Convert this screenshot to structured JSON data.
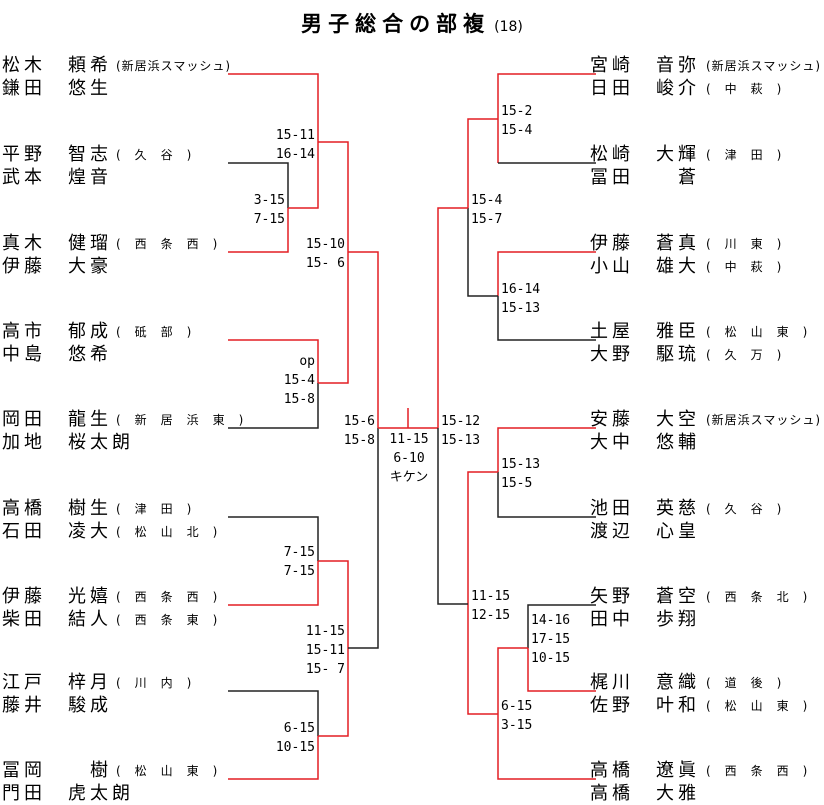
{
  "title": "男子総合の部複",
  "title_num": "(18)",
  "left": [
    {
      "p1": "松木　頼希",
      "p2": "鎌田　悠生",
      "c1": "(新居浜スマッシュ)",
      "c2": ""
    },
    {
      "p1": "平野　智志",
      "p2": "武本　煌音",
      "c1": "(　久　谷　)",
      "c2": ""
    },
    {
      "p1": "真木　健瑠",
      "p2": "伊藤　大豪",
      "c1": "(　西　条　西　)",
      "c2": ""
    },
    {
      "p1": "高市　郁成",
      "p2": "中島　悠希",
      "c1": "(　砥　部　)",
      "c2": ""
    },
    {
      "p1": "岡田　龍生",
      "p2": "加地　桜太朗",
      "c1": "(　新　居　浜　東　)",
      "c2": ""
    },
    {
      "p1": "高橋　樹生",
      "p2": "石田　凌大",
      "c1": "(　津　田　)",
      "c2": "(　松　山　北　)"
    },
    {
      "p1": "伊藤　光嬉",
      "p2": "柴田　結人",
      "c1": "(　西　条　西　)",
      "c2": "(　西　条　東　)"
    },
    {
      "p1": "江戸　梓月",
      "p2": "藤井　駿成",
      "c1": "(　川　内　)",
      "c2": ""
    },
    {
      "p1": "冨岡　　樹",
      "p2": "門田　虎太朗",
      "c1": "(　松　山　東　)",
      "c2": ""
    }
  ],
  "right": [
    {
      "p1": "宮崎　音弥",
      "p2": "日田　峻介",
      "c1": "(新居浜スマッシュ)",
      "c2": "(　中　萩　)"
    },
    {
      "p1": "松崎　大輝",
      "p2": "冨田　　蒼",
      "c1": "(　津　田　)",
      "c2": ""
    },
    {
      "p1": "伊藤　蒼真",
      "p2": "小山　雄大",
      "c1": "(　川　東　)",
      "c2": "(　中　萩　)"
    },
    {
      "p1": "土屋　雅臣",
      "p2": "大野　駆琉",
      "c1": "(　松　山　東　)",
      "c2": "(　久　万　)"
    },
    {
      "p1": "安藤　大空",
      "p2": "大中　悠輔",
      "c1": "(新居浜スマッシュ)",
      "c2": ""
    },
    {
      "p1": "池田　英慈",
      "p2": "渡辺　心皇",
      "c1": "(　久　谷　)",
      "c2": ""
    },
    {
      "p1": "矢野　蒼空",
      "p2": "田中　歩翔",
      "c1": "(　西　条　北　)",
      "c2": ""
    },
    {
      "p1": "梶川　意織",
      "p2": "佐野　叶和",
      "c1": "(　道　後　)",
      "c2": "(　松　山　東　)"
    },
    {
      "p1": "高橋　遼眞",
      "p2": "高橋　大雅",
      "c1": "(　西　条　西　)",
      "c2": ""
    }
  ],
  "scores": {
    "l_r1_a": "15-11\n16-14",
    "l_r1_b": "3-15\n7-15",
    "l_r2_a": "15-10\n15- 6",
    "l_r1_c": "op\n15-4\n15-8",
    "l_semi": "15-6\n15-8",
    "l_r1_d": "7-15\n7-15",
    "l_r2_b": "11-15\n15-11\n15- 7",
    "l_r1_e": "6-15\n10-15",
    "final": "11-15\n6-10\nキケン",
    "r_semi": "15-12\n15-13",
    "r_r1_a": "15-2\n15-4",
    "r_r2_a": "15-4\n15-7",
    "r_r1_b": "16-14\n15-13",
    "r_r1_c": "15-13\n15-5",
    "r_r2_b": "11-15\n12-15",
    "r_r1_d": "14-16\n17-15\n10-15",
    "r_r1_e": "6-15\n3-15"
  },
  "colors": {
    "win": "#e31e24",
    "lose": "#222222"
  }
}
